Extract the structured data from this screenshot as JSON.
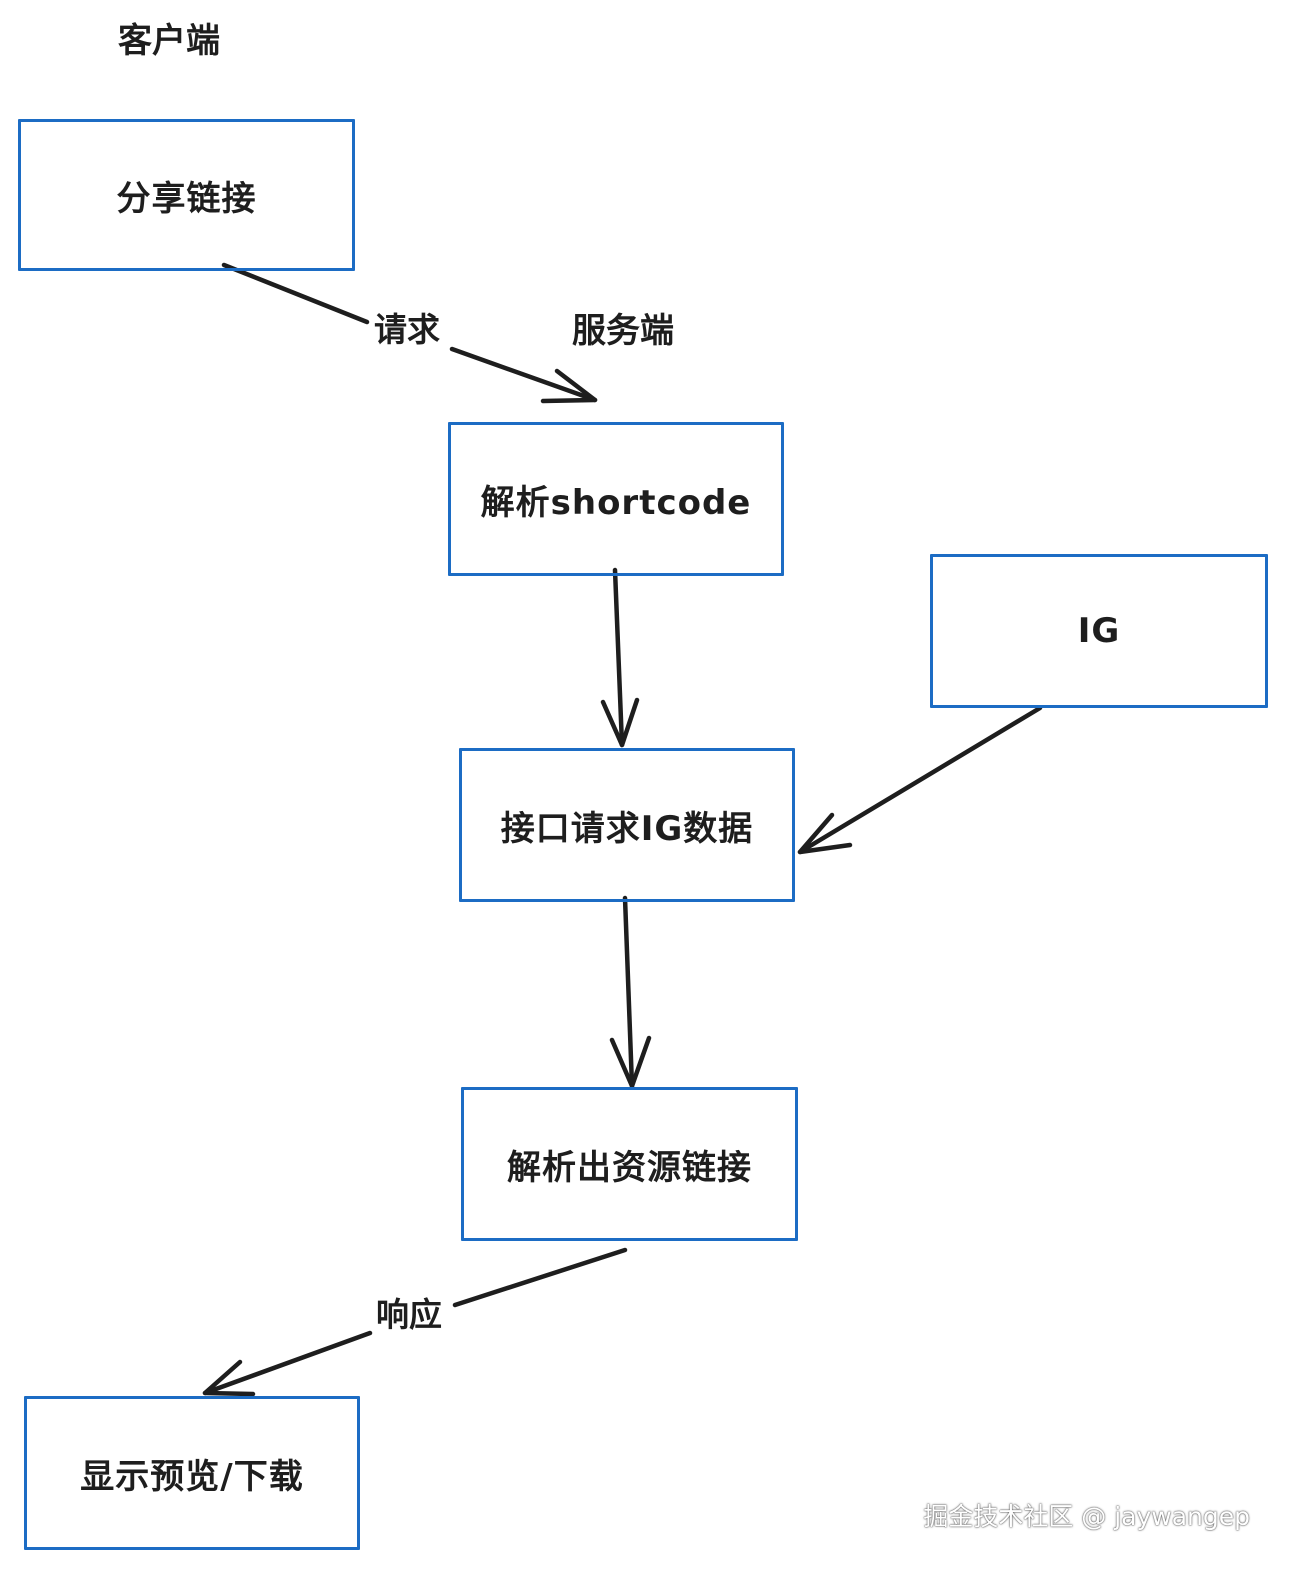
{
  "lanes": {
    "client": "客户端",
    "server": "服务端"
  },
  "nodes": {
    "share_link": "分享链接",
    "parse_shortcode": "解析shortcode",
    "ig": "IG",
    "api_request": "接口请求IG数据",
    "parse_resource": "解析出资源链接",
    "display": "显示预览/下载"
  },
  "edges": {
    "request": "请求",
    "response": "响应"
  },
  "colors": {
    "box_stroke": "#1c6cc4",
    "arrow_stroke": "#1e1e1e"
  },
  "watermark": "掘金技术社区 @ jaywangep"
}
